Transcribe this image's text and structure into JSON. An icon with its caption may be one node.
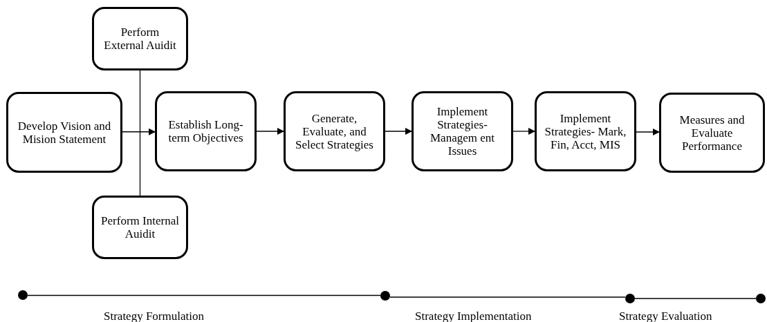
{
  "diagram": {
    "nodes": [
      {
        "text": [
          "Develop Vision and Mision Statement"
        ]
      },
      {
        "text": [
          "Perform External Auidit"
        ]
      },
      {
        "text": [
          "Establish Long-term Objectives"
        ]
      },
      {
        "text": [
          "Perform Internal Auidit"
        ]
      },
      {
        "text": [
          "Generate, Evaluate, and Select Strategies"
        ]
      },
      {
        "text": [
          "Implement Strategies- Managem ent Issues"
        ]
      },
      {
        "text": [
          "Implement Strategies- Mark, Fin, Acct, MIS"
        ]
      },
      {
        "text": [
          "Measures and Evaluate Performance"
        ]
      },
      {
        "text": [],
        "shape": "circle"
      },
      {
        "text": [],
        "shape": "circle"
      },
      {
        "text": [],
        "shape": "circle"
      },
      {
        "text": [],
        "shape": "circle"
      }
    ],
    "edges": [
      {
        "from": 0,
        "to": 2,
        "arrow": "to"
      },
      {
        "from": 1,
        "to": 3,
        "arrow": "none"
      },
      {
        "from": 2,
        "to": 4,
        "arrow": "to"
      },
      {
        "from": 4,
        "to": 5,
        "arrow": "to"
      },
      {
        "from": 5,
        "to": 6,
        "arrow": "to"
      },
      {
        "from": 6,
        "to": 7,
        "arrow": "to"
      },
      {
        "from": 8,
        "to": 9,
        "arrow": "none"
      },
      {
        "from": 9,
        "to": 10,
        "arrow": "none"
      },
      {
        "from": 10,
        "to": 11,
        "arrow": "none"
      }
    ],
    "labels": [
      "Strategy Formulation",
      "Strategy Implementation",
      "Strategy Evaluation"
    ]
  }
}
